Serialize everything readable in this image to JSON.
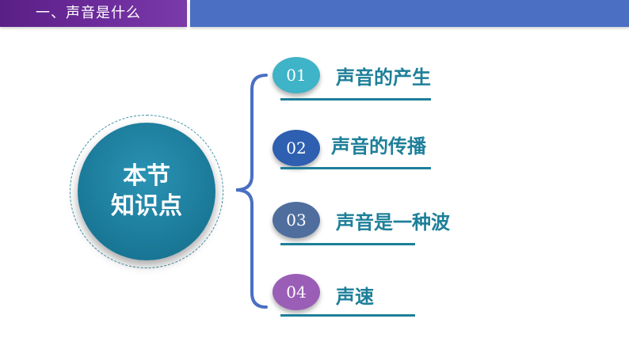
{
  "header": {
    "title": "一、声音是什么"
  },
  "center": {
    "line1": "本节",
    "line2": "知识点"
  },
  "items": [
    {
      "number": "01",
      "label": "声音的产生",
      "color": "#3fb3c7"
    },
    {
      "number": "02",
      "label": "声音的传播",
      "color": "#2e5fb0"
    },
    {
      "number": "03",
      "label": "声音是一种波",
      "color": "#4f6e9e"
    },
    {
      "number": "04",
      "label": "声速",
      "color": "#9b5eb7"
    }
  ],
  "colors": {
    "title_bar": "#6d2c9c",
    "header_bar": "#4a6fc3",
    "center_circle": "#1a7796",
    "label_text": "#1d7f99",
    "brace": "#4a6fc3"
  }
}
